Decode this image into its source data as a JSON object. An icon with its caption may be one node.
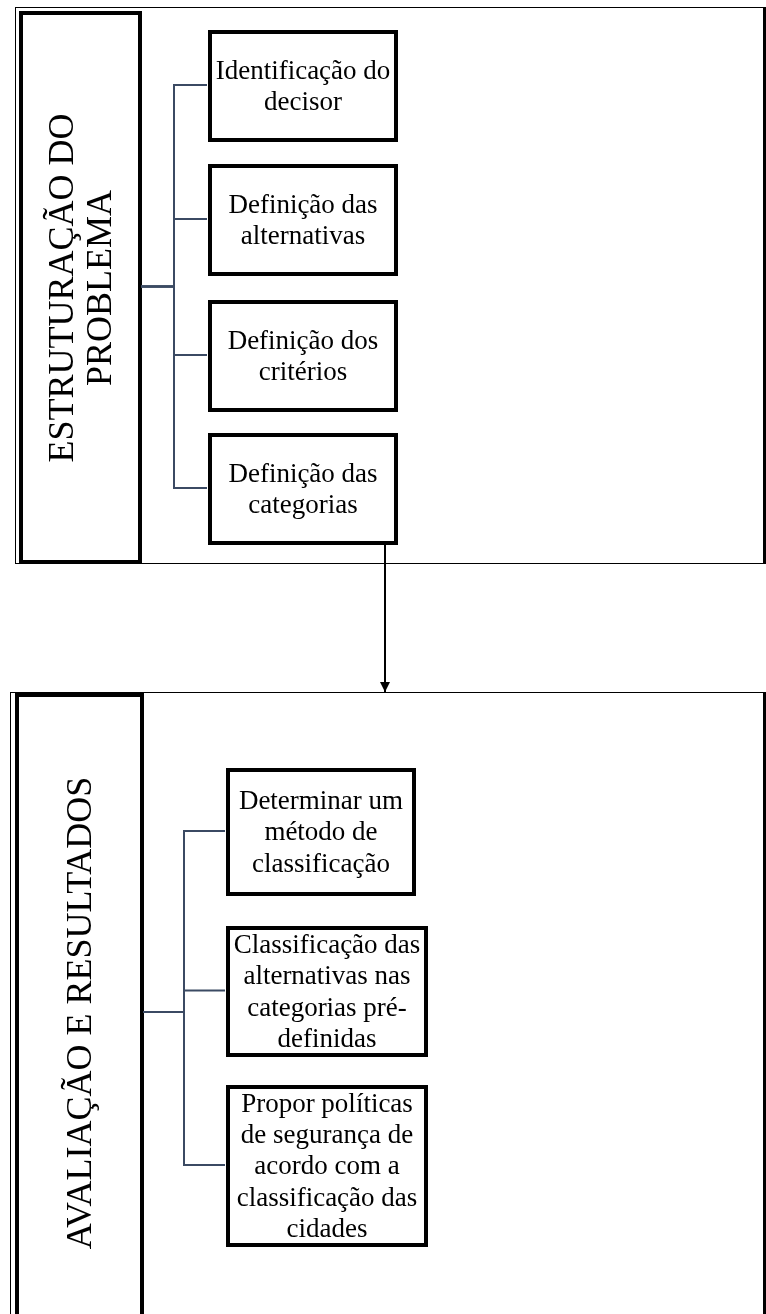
{
  "diagram": {
    "nodes": [
      {
        "text": [],
        "shape": "box"
      },
      {
        "text": [
          "ESTRUTURAÇÃO DO PROBLEMA"
        ],
        "in": 0
      },
      {
        "text": [
          "Identificação do decisor"
        ],
        "in": 0
      },
      {
        "text": [
          "Definição das alternativas"
        ],
        "in": 0
      },
      {
        "text": [
          "Definição dos critérios"
        ],
        "in": 0
      },
      {
        "text": [
          "Definição das categorias"
        ],
        "in": 0
      },
      {
        "text": [],
        "shape": "box"
      },
      {
        "text": [
          "AVALIAÇÃO E RESULTADOS"
        ],
        "in": 6
      },
      {
        "text": [
          "Determinar um método de classificação"
        ],
        "in": 6
      },
      {
        "text": [
          "Classificação das alternativas nas categorias pré-definidas"
        ],
        "in": 6
      },
      {
        "text": [
          "Propor políticas de segurança de acordo com a classificação das cidades"
        ],
        "in": 6
      }
    ],
    "edges": [
      {
        "from": 1,
        "to": 2,
        "arrow": "none"
      },
      {
        "from": 1,
        "to": 3,
        "arrow": "none"
      },
      {
        "from": 1,
        "to": 4,
        "arrow": "none"
      },
      {
        "from": 1,
        "to": 5,
        "arrow": "none"
      },
      {
        "from": 5,
        "to": 6,
        "arrow": "to",
        "color": "#000000"
      },
      {
        "from": 7,
        "to": 8,
        "arrow": "none"
      },
      {
        "from": 7,
        "to": 9,
        "arrow": "none"
      },
      {
        "from": 7,
        "to": 10,
        "arrow": "none"
      }
    ]
  }
}
